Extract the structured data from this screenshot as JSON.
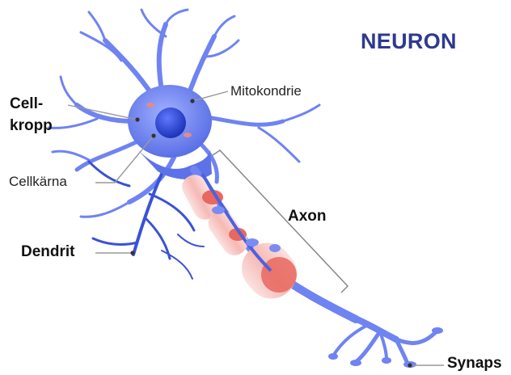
{
  "title": "NEURON",
  "labels": {
    "cell_body_line1": "Cell-",
    "cell_body_line2": "kropp",
    "nucleus": "Cellkärna",
    "mitochondrion": "Mitokondrie",
    "axon": "Axon",
    "dendrite": "Dendrit",
    "synapse": "Synaps"
  },
  "colors": {
    "title": "#2e3a8c",
    "neuron": "#6b7ff0",
    "neuron_dark": "#2f45c8",
    "nucleus": "#2b46d6",
    "myelin": "#f6c3c0",
    "node": "#e8675f",
    "leader": "#9a9a9a"
  }
}
